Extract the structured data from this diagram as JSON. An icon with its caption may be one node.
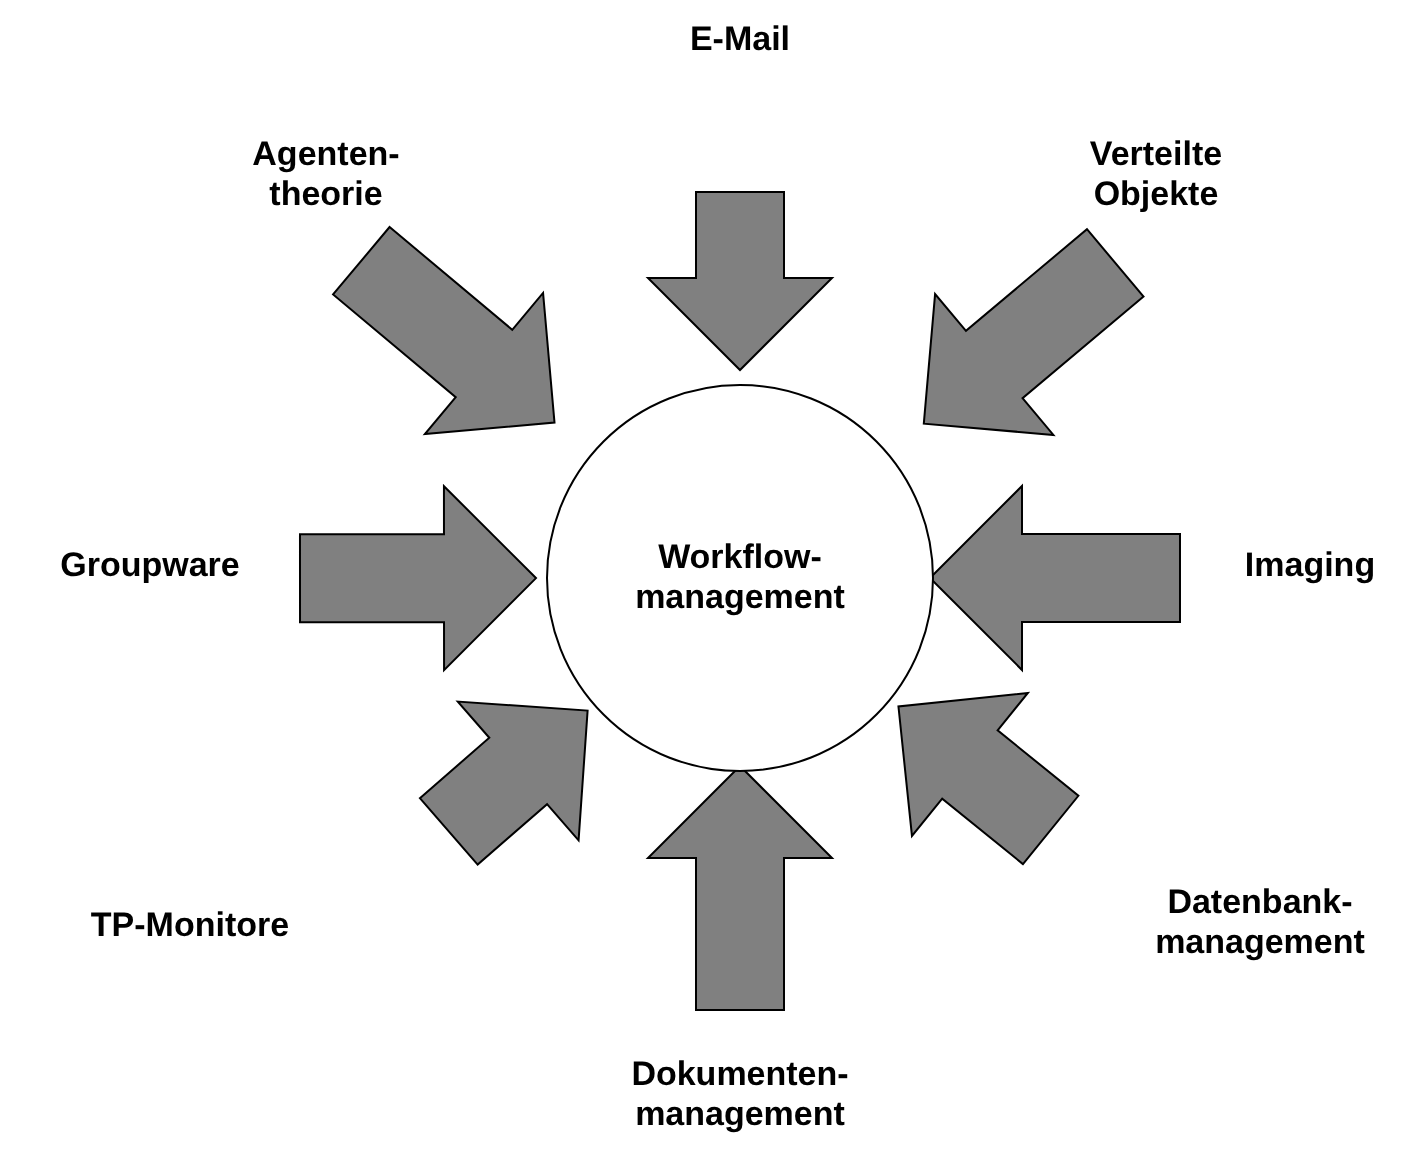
{
  "diagram": {
    "nodes": [
      {
        "text": [
          "Workflow- management"
        ]
      },
      {
        "text": [
          "E-Mail"
        ]
      },
      {
        "text": [
          "Verteilte Objekte"
        ]
      },
      {
        "text": [
          "Imaging"
        ]
      },
      {
        "text": [
          "Datenbank- management"
        ]
      },
      {
        "text": [
          "Dokumenten- management"
        ]
      },
      {
        "text": [
          "TP-Monitore"
        ]
      },
      {
        "text": [
          "Groupware"
        ]
      },
      {
        "text": [
          "Agenten- theorie"
        ]
      }
    ],
    "edges": [
      {
        "from": 1,
        "to": 0,
        "arrow": "to"
      },
      {
        "from": 2,
        "to": 0,
        "arrow": "to"
      },
      {
        "from": 3,
        "to": 0,
        "arrow": "to"
      },
      {
        "from": 4,
        "to": 0,
        "arrow": "to"
      },
      {
        "from": 5,
        "to": 0,
        "arrow": "to"
      },
      {
        "from": 6,
        "to": 0,
        "arrow": "to"
      },
      {
        "from": 7,
        "to": 0,
        "arrow": "to"
      },
      {
        "from": 8,
        "to": 0,
        "arrow": "to"
      }
    ]
  }
}
